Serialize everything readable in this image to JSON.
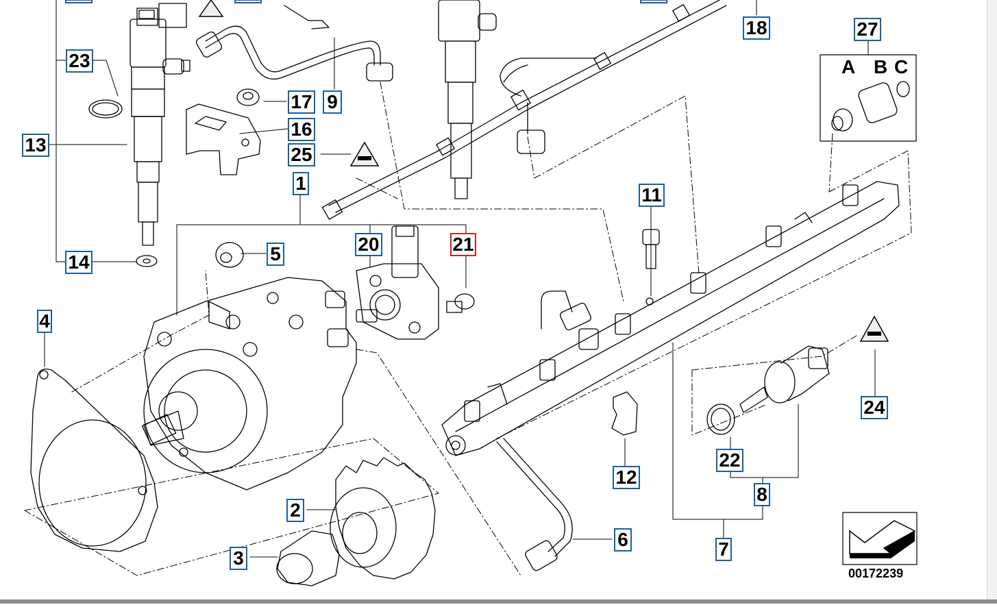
{
  "labels": {
    "l1": "1",
    "l2": "2",
    "l3": "3",
    "l4": "4",
    "l5": "5",
    "l6": "6",
    "l7": "7",
    "l8": "8",
    "l9": "9",
    "l11": "11",
    "l12": "12",
    "l13": "13",
    "l14": "14",
    "l16": "16",
    "l17": "17",
    "l18": "18",
    "l20": "20",
    "l21": "21",
    "l22": "22",
    "l23": "23",
    "l24": "24",
    "l25": "25",
    "l27": "27"
  },
  "subparts": {
    "a": "A",
    "b": "B",
    "c": "C"
  },
  "diagram_number": "00172239",
  "colors": {
    "callout_border": "#1a5fa0",
    "selected_border": "#d0202a",
    "line": "#000000"
  }
}
